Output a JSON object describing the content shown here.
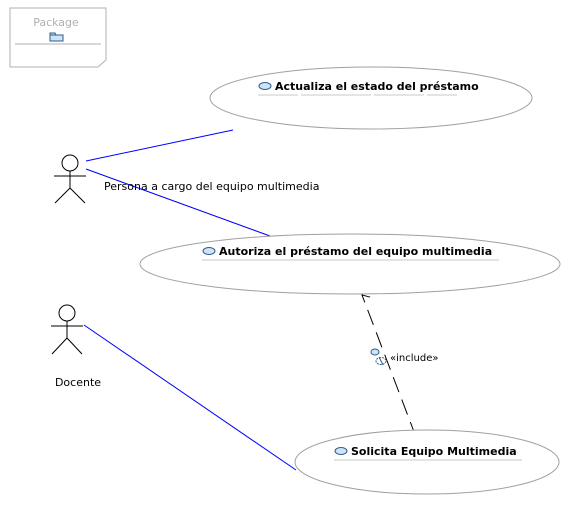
{
  "package": {
    "label": "Package",
    "icon": "folder-icon"
  },
  "actors": [
    {
      "id": "persona",
      "label": "Persona a cargo del equipo multimedia"
    },
    {
      "id": "docente",
      "label": "Docente"
    }
  ],
  "use_cases": [
    {
      "id": "actualiza",
      "label": "Actualiza el estado del préstamo",
      "icon": "use-case-icon"
    },
    {
      "id": "autoriza",
      "label": "Autoriza el préstamo del equipo multimedia",
      "icon": "use-case-icon"
    },
    {
      "id": "solicita",
      "label": "Solicita Equipo Multimedia",
      "icon": "use-case-icon"
    }
  ],
  "relations": {
    "include_label": "«include»"
  },
  "colors": {
    "association": "#0000ff",
    "ellipse_stroke": "#a0a0a0",
    "icon_fill": "#cfe3f5",
    "icon_stroke": "#2b5d8c",
    "package_stroke": "#b0b0b0"
  }
}
